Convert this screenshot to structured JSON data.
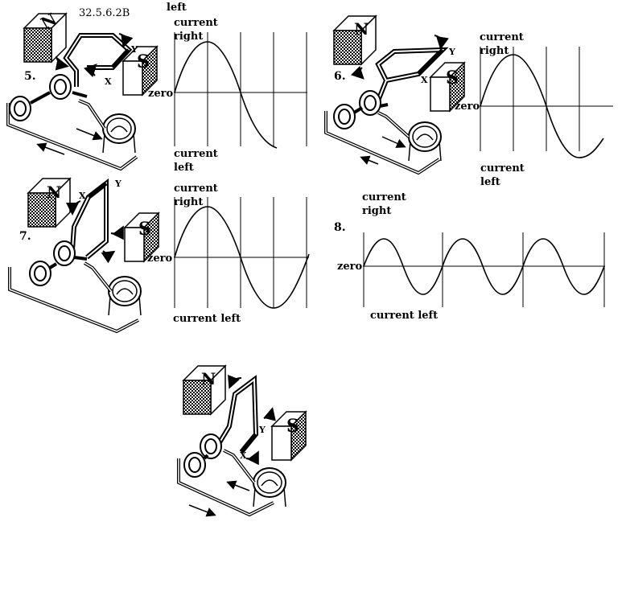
{
  "figure_id": "32.5.6.2B",
  "panels": [
    {
      "number": "5.",
      "top_label": "current\nright",
      "bottom_label": "current\nleft",
      "zero_label": "zero",
      "wire_labels": [
        "X",
        "Y"
      ]
    },
    {
      "number": "6.",
      "top_label": "current\nright",
      "bottom_label": "current\nleft",
      "zero_label": "zero",
      "wire_labels": [
        "X",
        "Y"
      ]
    },
    {
      "number": "7.",
      "top_label": "current\nright",
      "bottom_label": "current left",
      "zero_label": "zero",
      "wire_labels": [
        "X",
        "Y"
      ]
    },
    {
      "number": "8.",
      "top_label": "current\nright",
      "bottom_label": "current left",
      "zero_label": "zero"
    }
  ],
  "stray_top_label": "left",
  "bottom_generator": {
    "wire_labels": [
      "X",
      "Y"
    ]
  },
  "magnet_labels": {
    "north": "N",
    "south": "S"
  }
}
